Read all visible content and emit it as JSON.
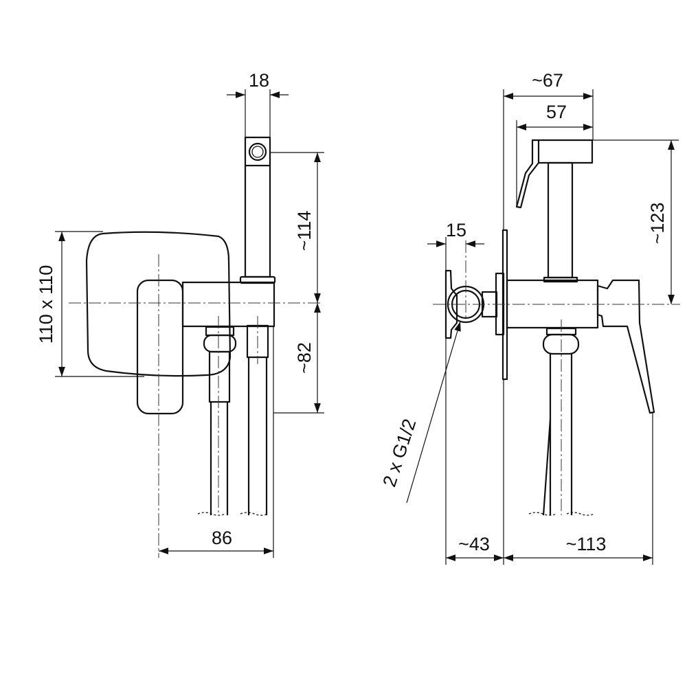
{
  "left_view": {
    "dims": {
      "handle_width": "18",
      "height_above": "~114",
      "height_below": "~82",
      "plate_size": "110 x 110",
      "depth": "86"
    }
  },
  "right_view": {
    "dims": {
      "overall_width": "~67",
      "head_width": "57",
      "connection_offset": "15",
      "height": "~123",
      "connection_depth": "~43",
      "projection": "~113",
      "thread": "2 x G1/2"
    }
  }
}
